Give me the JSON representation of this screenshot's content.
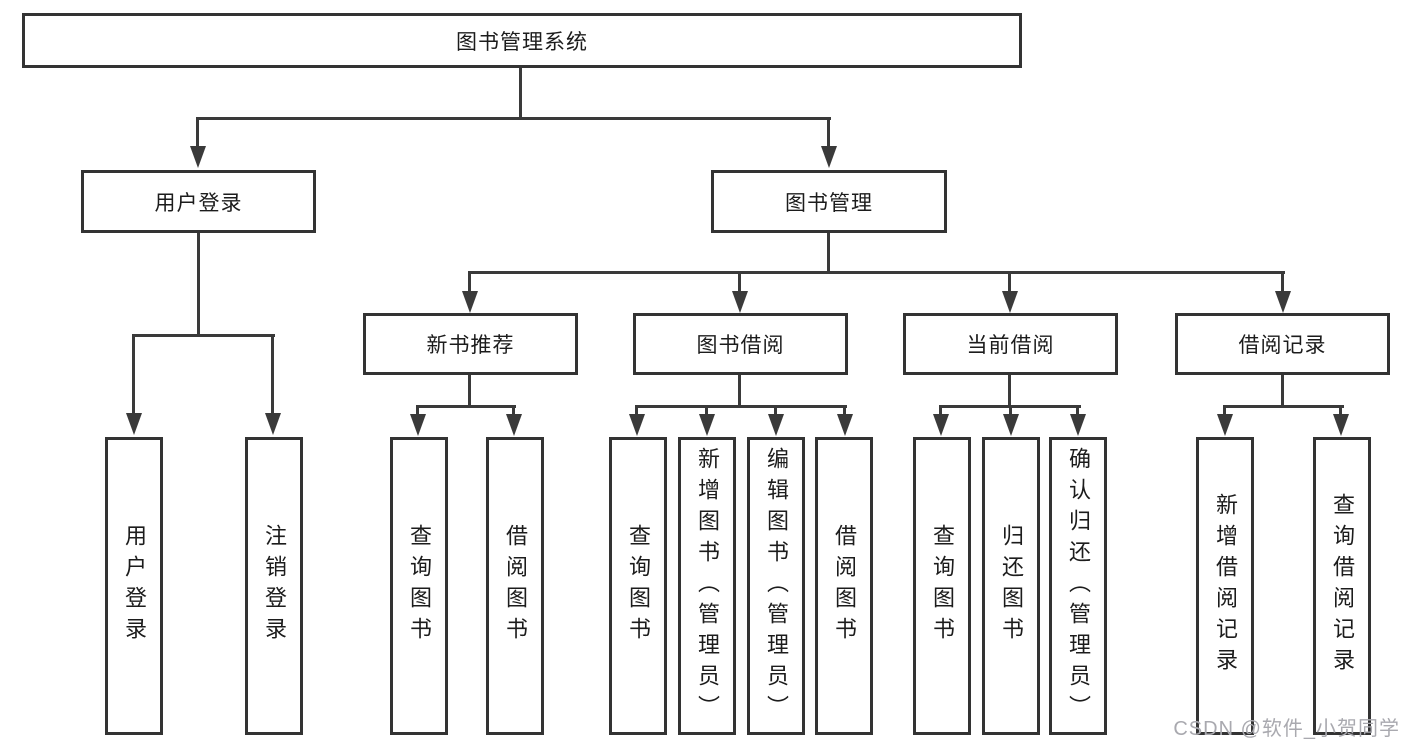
{
  "colors": {
    "line": "#3a3a3a",
    "border": "#333333",
    "text": "#1c1c1c",
    "bg": "#ffffff",
    "watermark": "#a9a9af"
  },
  "nodes": {
    "root": {
      "label": "图书管理系统"
    },
    "branches": [
      {
        "label": "用户登录",
        "children": [
          {
            "label": "用户登录"
          },
          {
            "label": "注销登录"
          }
        ]
      },
      {
        "label": "图书管理",
        "children": [
          {
            "label": "新书推荐",
            "children": [
              {
                "label": "查询图书"
              },
              {
                "label": "借阅图书"
              }
            ]
          },
          {
            "label": "图书借阅",
            "children": [
              {
                "label": "查询图书"
              },
              {
                "label": "新增图书（管理员）"
              },
              {
                "label": "编辑图书（管理员）"
              },
              {
                "label": "借阅图书"
              }
            ]
          },
          {
            "label": "当前借阅",
            "children": [
              {
                "label": "查询图书"
              },
              {
                "label": "归还图书"
              },
              {
                "label": "确认归还（管理员）"
              }
            ]
          },
          {
            "label": "借阅记录",
            "children": [
              {
                "label": "新增借阅记录"
              },
              {
                "label": "查询借阅记录"
              }
            ]
          }
        ]
      }
    ]
  },
  "watermark": {
    "text": "CSDN @软件_小贺同学"
  }
}
